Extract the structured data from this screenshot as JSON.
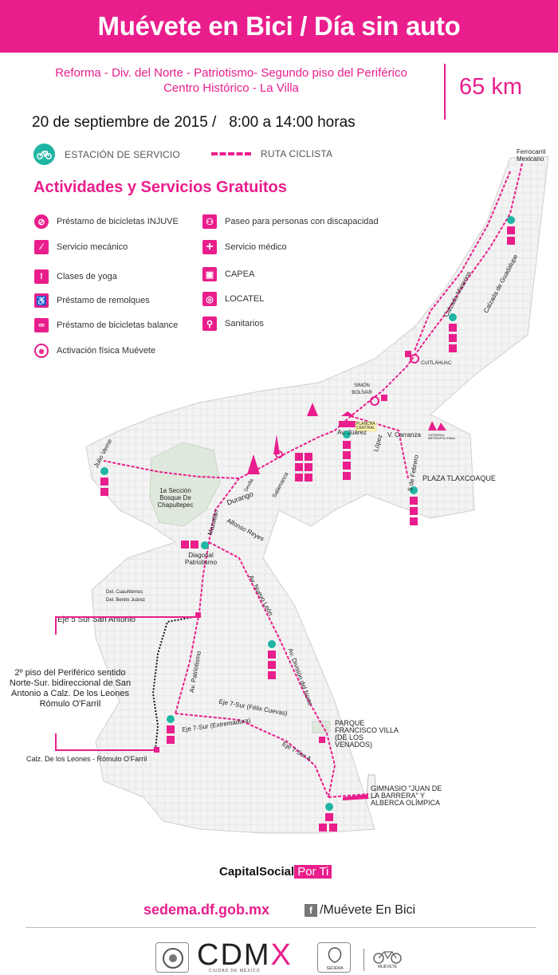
{
  "header": {
    "title": "Muévete en Bici / Día sin auto"
  },
  "route": {
    "line1": "Reforma - Div. del Norte - Patriotismo- Segundo piso del Periférico",
    "line2": "Centro Histórico - La Villa",
    "distance": "65 km"
  },
  "date": {
    "day": "20 de septiembre de 2015 /",
    "hours": "8:00 a 14:00 horas"
  },
  "legend": {
    "station": "ESTACIÓN DE SERVICIO",
    "route": "RUTA CICLISTA"
  },
  "activities": {
    "title": "Actividades y Servicios Gratuitos",
    "left": [
      {
        "label": "Préstamo de bicicletas INJUVE",
        "icon": "bike-loan-icon"
      },
      {
        "label": "Servicio mecánico",
        "icon": "wrench-icon"
      },
      {
        "label": "Clases de yoga",
        "icon": "yoga-icon"
      },
      {
        "label": "Préstamo de remolques",
        "icon": "trailer-icon"
      },
      {
        "label": "Préstamo de bicicletas balance",
        "icon": "balance-bike-icon"
      },
      {
        "label": "Activación física Muévete",
        "icon": "activation-icon"
      }
    ],
    "right": [
      {
        "label": "Paseo para personas con discapacidad",
        "icon": "tandem-icon"
      },
      {
        "label": "Servicio médico",
        "icon": "medical-cross-icon"
      },
      {
        "label": "CAPEA",
        "icon": "capea-icon"
      },
      {
        "label": "LOCATEL",
        "icon": "locatel-icon"
      },
      {
        "label": "Sanitarios",
        "icon": "restroom-icon"
      }
    ]
  },
  "map": {
    "labels": {
      "ferrocarril": "Ferrocarril Mexicano",
      "calz_misterios": "Calzada Misterios",
      "calz_guadalupe": "Calzada de Guadalupe",
      "cuitlahuac": "CUITLÁHUAC",
      "simon": "SIMÓN BOLÍVAR",
      "plancha": "PLANCHA CENTRAL",
      "juarez": "Av. Juárez",
      "lopez": "López",
      "carranza": "V. Carranza",
      "catedral": "CATEDRAL METROPOLITANA",
      "julio_verne": "Julio Verne",
      "bosque": "1a Sección Bosque De Chapultepec",
      "durango": "Durango",
      "salamanca": "Salamanca",
      "sevilla": "Sevilla",
      "febrero": "5 de Febrero",
      "tlaxcoaque": "PLAZA TLAXCOAQUE",
      "mazatlan": "Mazatlán",
      "diagonal": "Diagonal Patriotismo",
      "alfonso": "Alfonso Reyes",
      "nuevo_leon": "Av. Nuevo León",
      "cuauhtemoc": "Del. Cuauhtémoc",
      "benito": "Del. Benito Juárez",
      "eje5": "Eje 5 Sur San Antonio",
      "patriotismo": "Av. Patriotismo",
      "division": "Av. División del Norte",
      "eje7": "Eje 7-Sur (Félix Cuevas)",
      "eje7ext": "Eje 7-Sur (Extremadura)",
      "eje7a": "Eje 7-Sur A",
      "parque": "PARQUE FRANCISCO VILLA (DE LOS VENADOS)",
      "gimnasio": "GIMNASIO \"JUAN DE LA BARRERA\" Y ALBERCA OLÍMPICA",
      "leones": "Calz. De los Leones - Rómulo O'Farril"
    },
    "side_note": "2º piso del Periférico sentido Norte-Sur. bidireccional de San Antonio a Calz. De los Leones Rómulo O'Farril"
  },
  "footer": {
    "capital": "CapitalSocial",
    "porti": "Por Ti",
    "website": "sedema.df.gob.mx",
    "facebook": "/Muévete En Bici",
    "facebook_icon": "f",
    "cdmx_c": "CD",
    "cdmx_m": "M",
    "cdmx_x": "X",
    "cdmx_sub": "CIUDAD DE MÉXICO",
    "sedema": "SEDEMA",
    "muevete": "MUÉVETE"
  },
  "colors": {
    "brand": "#e91e8c",
    "station": "#1fb5a3",
    "map": "#e6e6e6"
  }
}
